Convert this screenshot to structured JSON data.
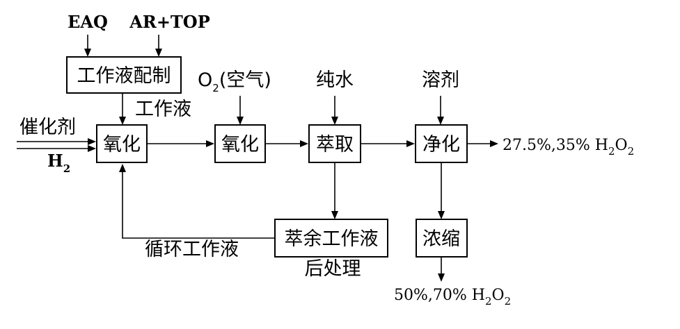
{
  "inputs": {
    "eaq": "EAQ",
    "ar_top": "AR+TOP",
    "catalyst": "催化剂",
    "hydrogen": {
      "base": "H",
      "sub": "2"
    },
    "oxygen": {
      "base": "O",
      "sub": "2",
      "suffix": "(空气)"
    },
    "pure_water": "纯水",
    "solvent": "溶剂"
  },
  "boxes": {
    "prep": "工作液配制",
    "hydrogenation": "氧化",
    "oxidation": "氧化",
    "extraction": "萃取",
    "purification": "净化",
    "raffinate": "萃余工作液",
    "concentration": "浓缩"
  },
  "labels": {
    "working_fluid": "工作液",
    "recycle": "循环工作液",
    "post_treatment": "后处理"
  },
  "products": {
    "main": {
      "text": "27.5%,35% H",
      "sub1": "2",
      "mid": "O",
      "sub2": "2"
    },
    "concentrated": {
      "text": "50%,70% H",
      "sub1": "2",
      "mid": "O",
      "sub2": "2"
    }
  }
}
